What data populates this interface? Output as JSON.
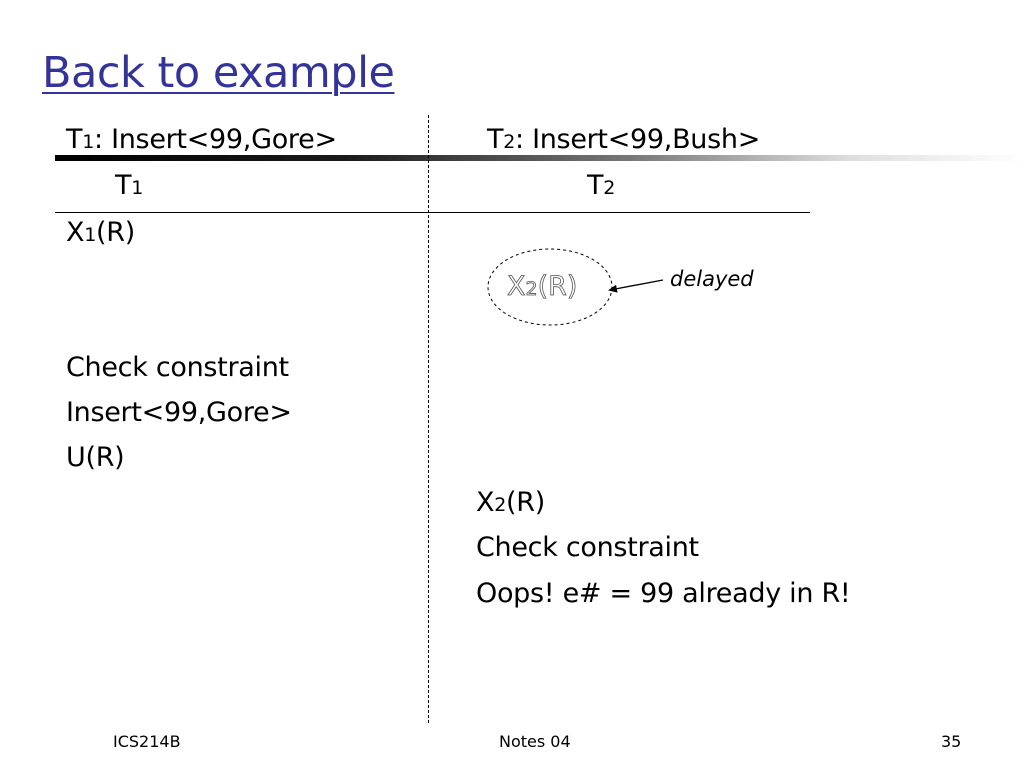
{
  "title": "Back to example",
  "header": {
    "t1_name": "T",
    "t1_sub": "1",
    "t1_op": ": Insert<99,Gore>",
    "t2_name": "T",
    "t2_sub": "2",
    "t2_op": ": Insert<99,Bush>",
    "col1_label": "T",
    "col1_sub": "1",
    "col2_label": "T",
    "col2_sub": "2"
  },
  "left_column": {
    "x1_lock_pre": "X",
    "x1_lock_sub": "1",
    "x1_lock_post": "(R)",
    "step_check": "Check constraint",
    "step_insert": "Insert<99,Gore>",
    "step_unlock": "U(R)"
  },
  "right_column": {
    "delayed_lock_pre": "X",
    "delayed_lock_sub": "2",
    "delayed_lock_post": "(R)",
    "delayed_label": "delayed",
    "x2_lock_pre": "X",
    "x2_lock_sub": "2",
    "x2_lock_post": "(R)",
    "step_check": "Check constraint",
    "step_oops": "Oops! e# = 99 already in R!"
  },
  "footer": {
    "left": "ICS214B",
    "center": "Notes 04",
    "page": "35"
  },
  "colors": {
    "title": "#333399",
    "text": "#000000",
    "ghost_text": "#ffffff",
    "ghost_outline": "#555555"
  }
}
